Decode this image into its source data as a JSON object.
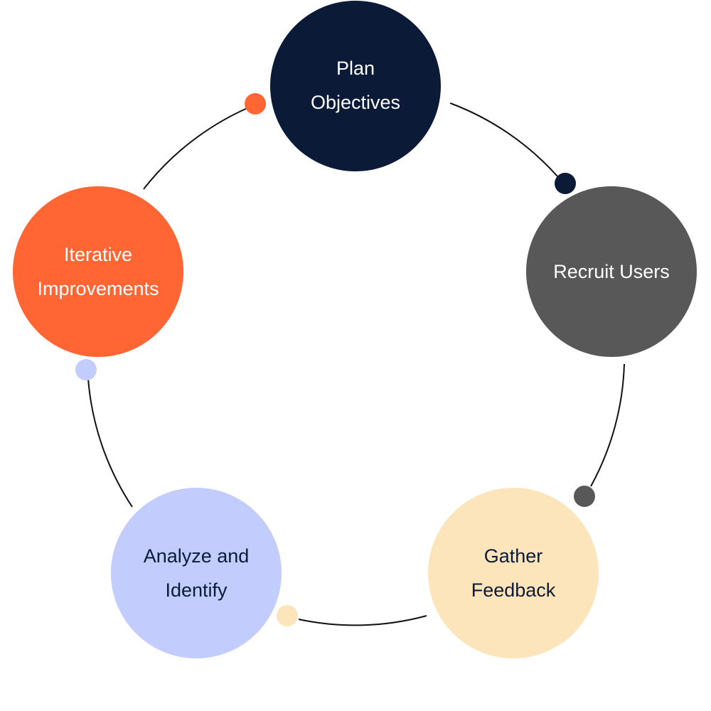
{
  "diagram": {
    "type": "cycle",
    "steps": [
      {
        "id": "plan",
        "lines": [
          "Plan",
          "Objectives"
        ],
        "fill": "#0b1a36",
        "text_color": "#ffffff"
      },
      {
        "id": "recruit",
        "lines": [
          "Recruit Users"
        ],
        "fill": "#595858",
        "text_color": "#ffffff"
      },
      {
        "id": "gather",
        "lines": [
          "Gather",
          "Feedback"
        ],
        "fill": "#fde5bb",
        "text_color": "#0b1a36"
      },
      {
        "id": "analyze",
        "lines": [
          "Analyze and",
          "Identify"
        ],
        "fill": "#c2cdfd",
        "text_color": "#0b1a36"
      },
      {
        "id": "iterate",
        "lines": [
          "Iterative",
          "Improvements"
        ],
        "fill": "#ff6633",
        "text_color": "#ffffff"
      }
    ],
    "connector_color": "#111111"
  }
}
